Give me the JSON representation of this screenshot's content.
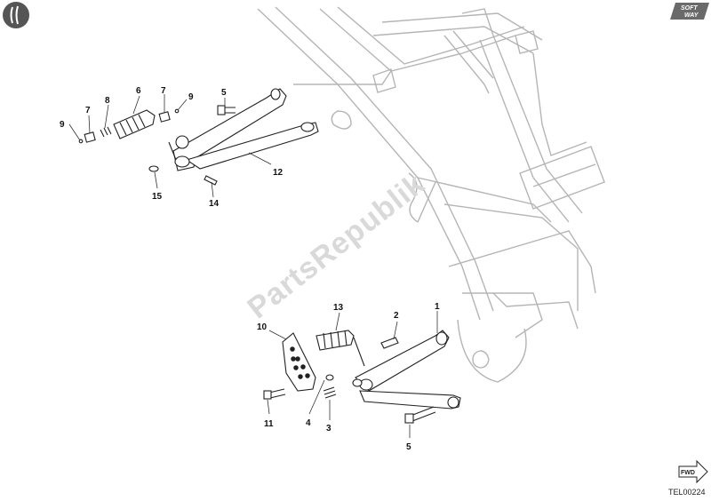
{
  "drawing_code": "TEL00224",
  "watermark": "PartsRepublik",
  "logo": {
    "line1": "SOFT",
    "line2": "WAY"
  },
  "fwd_label": "FWD",
  "callouts": {
    "c1": "1",
    "c2": "2",
    "c3": "3",
    "c4": "4",
    "c5a": "5",
    "c5b": "5",
    "c6": "6",
    "c7a": "7",
    "c7b": "7",
    "c8": "8",
    "c9a": "9",
    "c9b": "9",
    "c10": "10",
    "c11": "11",
    "c12": "12",
    "c13": "13",
    "c14": "14",
    "c15": "15"
  },
  "colors": {
    "line": "#222222",
    "frame": "#b5b5b5",
    "part_fill": "#ffffff",
    "watermark": "#d9d9d9"
  }
}
